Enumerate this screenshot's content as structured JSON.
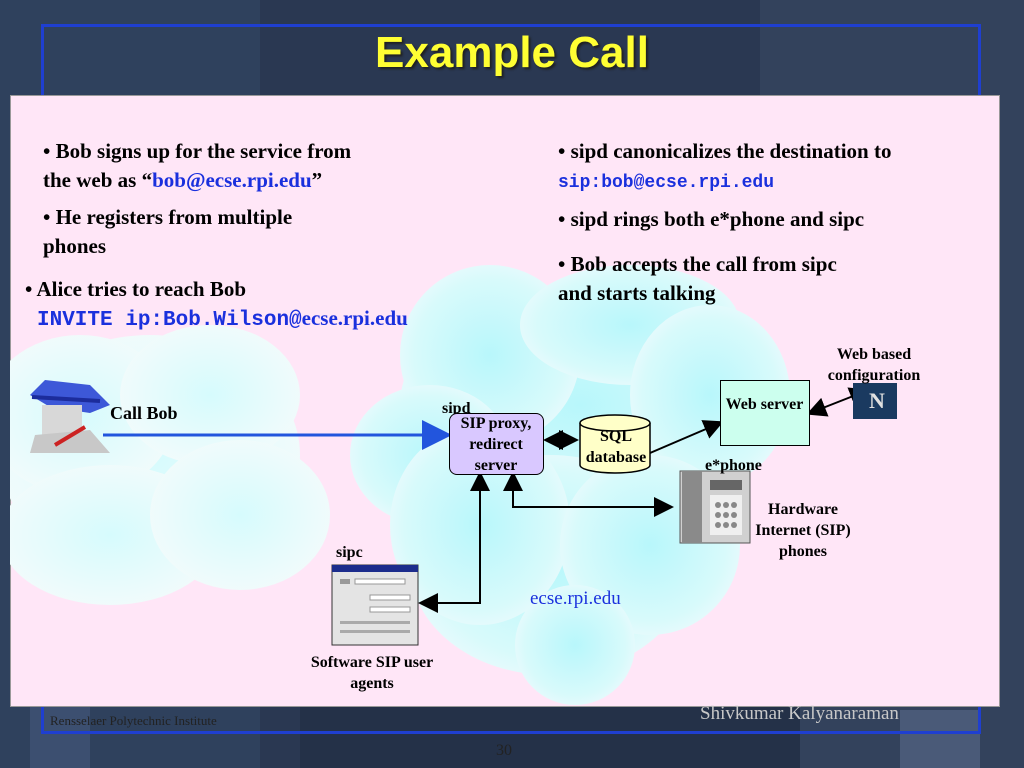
{
  "slide": {
    "title": "Example Call",
    "left_bullets": [
      {
        "pre": "• Bob signs up for the service from",
        "line2": "the web as “",
        "email": "bob@ecse.rpi.edu",
        "post": "”"
      },
      {
        "pre": "• He registers from multiple",
        "line2": "phones"
      },
      {
        "pre": "• Alice tries to reach Bob",
        "invite_mono": "INVITE ip:Bob.Wilson@",
        "invite_tail": "ecse.rpi.edu"
      }
    ],
    "right_bullets": [
      {
        "pre": "• sipd canonicalizes the destination to",
        "mono": "sip:bob@ecse.rpi.edu"
      },
      {
        "pre": "• sipd rings both e*phone and sipc"
      },
      {
        "pre": "• Bob accepts the call from sipc",
        "line2": "and starts talking"
      }
    ]
  },
  "diagram": {
    "call_bob": "Call Bob",
    "sipd_label": "sipd",
    "proxy_box": "SIP proxy, redirect server",
    "sql_box": "SQL database",
    "web_server": "Web server",
    "web_config": "Web based configuration",
    "ephone": "e*phone",
    "hardware_phones": "Hardware Internet (SIP) phones",
    "sipc": "sipc",
    "software_agents": "Software SIP user agents",
    "domain": "ecse.rpi.edu"
  },
  "footer": {
    "institute": "Rensselaer Polytechnic Institute",
    "author": "Shivkumar Kalyanaraman",
    "page": "30"
  },
  "colors": {
    "accent_title": "#ffff33",
    "frame": "#1f3fd0",
    "panel": "#ffe6f7",
    "cloud": "#cdf6f8",
    "proxy": "#d9c8ff",
    "sql": "#ffffc8",
    "web": "#ccffee"
  }
}
